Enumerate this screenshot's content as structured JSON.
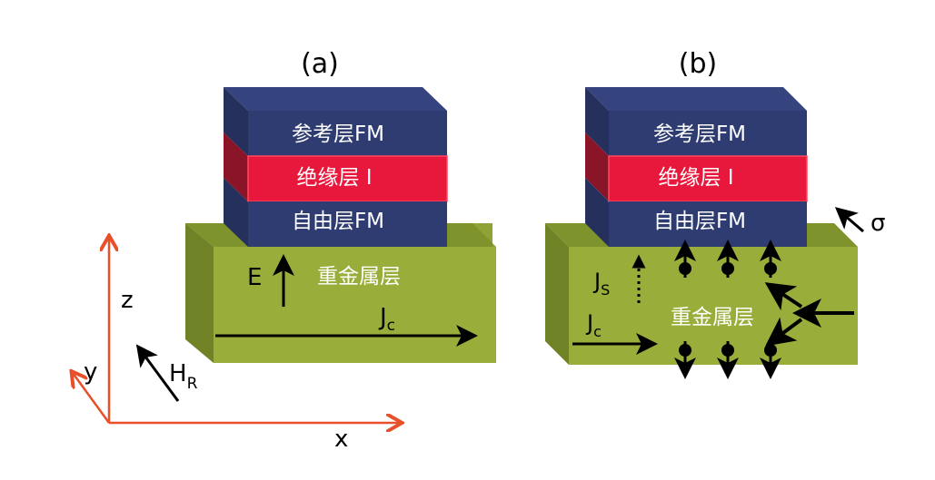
{
  "panel_a": {
    "label": "(a)",
    "layers": {
      "reference": "参考层FM",
      "insulator": "绝缘层 I",
      "free": "自由层FM",
      "heavy_metal": "重金属层"
    },
    "field_symbol": "E",
    "current_symbol": "J",
    "current_subscript": "c"
  },
  "panel_b": {
    "label": "(b)",
    "layers": {
      "reference": "参考层FM",
      "insulator": "绝缘层 I",
      "free": "自由层FM",
      "heavy_metal": "重金属层"
    },
    "spin_current_symbol": "J",
    "spin_current_subscript": "S",
    "current_symbol": "J",
    "current_subscript": "c",
    "sigma_symbol": "σ"
  },
  "axes": {
    "x": "x",
    "y": "y",
    "z": "z",
    "rashba_symbol": "H",
    "rashba_subscript": "R"
  },
  "colors": {
    "ferromagnet": "#2e3c72",
    "insulator": "#e8173c",
    "heavy_metal": "#98ad3a",
    "axis": "#e8502a",
    "arrow": "#000000"
  }
}
